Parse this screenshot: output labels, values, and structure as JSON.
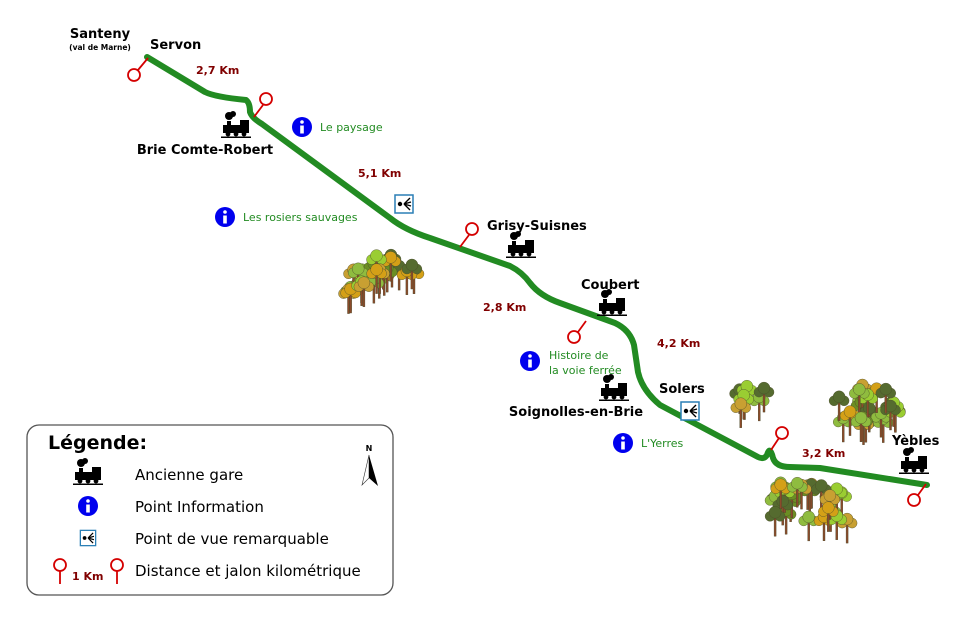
{
  "places": {
    "santeny": "Santeny",
    "santeny_sub": "(val de Marne)",
    "servon": "Servon",
    "brie": "Brie Comte-Robert",
    "grisy": "Grisy-Suisnes",
    "coubert": "Coubert",
    "soignolles": "Soignolles-en-Brie",
    "solers": "Solers",
    "yebles": "Yèbles"
  },
  "distances": [
    "2,7 Km",
    "5,1 Km",
    "2,8 Km",
    "4,2 Km",
    "3,2 Km"
  ],
  "points_info": [
    "Le paysage",
    "Les rosiers sauvages",
    "Histoire de",
    "la voie ferrée",
    "L'Yerres"
  ],
  "legend": {
    "title": "Légende:",
    "north": "N",
    "items": [
      "Ancienne gare",
      "Point Information",
      "Point de vue remarquable",
      "Distance et jalon kilométrique"
    ],
    "km_sample": "1 Km"
  },
  "colors": {
    "route": "#228b22",
    "milestone": "#d40000",
    "info": "#0000ee",
    "distance": "#800000"
  }
}
